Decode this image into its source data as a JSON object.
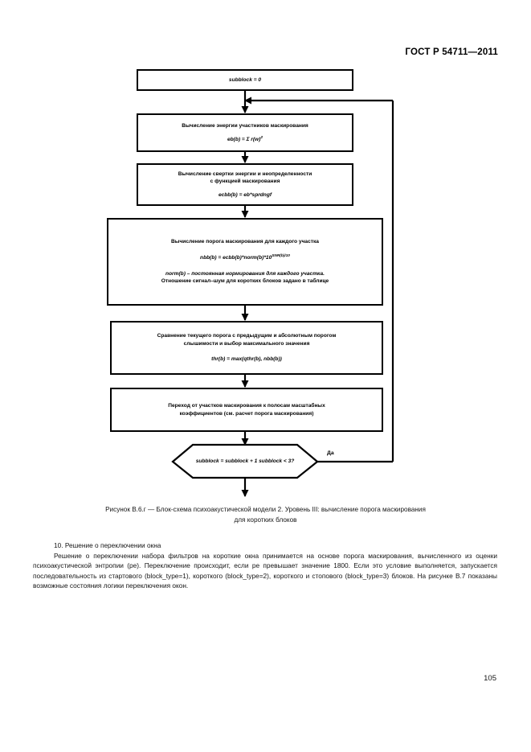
{
  "header": {
    "standard": "ГОСТ Р 54711—2011"
  },
  "flowchart": {
    "nodes": [
      {
        "id": "init",
        "type": "process",
        "lines": [
          {
            "text": "subblock = 0",
            "style": "formula"
          }
        ]
      },
      {
        "id": "energy",
        "type": "process",
        "lines": [
          {
            "text": "Вычисление энергии участников маскирования",
            "style": "title"
          },
          {
            "text": "eb(b) = Σ r(w)",
            "sup": "2",
            "style": "formula"
          }
        ]
      },
      {
        "id": "convolution",
        "type": "process",
        "lines": [
          {
            "text": "Вычисление свертки энергии и неопределенности",
            "style": "title"
          },
          {
            "text": "с функцией маскирования",
            "style": "title"
          },
          {
            "text": "ecbb(b) = eb*sprdngf",
            "style": "formula"
          }
        ]
      },
      {
        "id": "threshold",
        "type": "process",
        "lines": [
          {
            "text": "Вычисление порога маскирования для каждого участка",
            "style": "title"
          },
          {
            "text": "nbb(b) = ecbb(b)*norm(b)*10",
            "sup": "SNR(b)/10",
            "style": "formula"
          },
          {
            "text": "norm(b) – постоянная нормирования для каждого участка.",
            "style": "note-italic-head"
          },
          {
            "text": "Отношение сигнал–шум для коротких блоков задано в таблице",
            "style": "note"
          }
        ]
      },
      {
        "id": "compare",
        "type": "process",
        "lines": [
          {
            "text": "Сравнение текущего порога с предыдущим и абсолютным порогом",
            "style": "title"
          },
          {
            "text": "слышимости и выбор максимального значения",
            "style": "title"
          },
          {
            "text": "thr(b) = max(qthr(b), nbb(b))",
            "style": "formula"
          }
        ]
      },
      {
        "id": "mapping",
        "type": "process",
        "lines": [
          {
            "text": "Переход от участков маскирования к полосам масштабных",
            "style": "title"
          },
          {
            "text": "коэффициентов (см. расчет порога маскирования)",
            "style": "title"
          }
        ]
      },
      {
        "id": "loop-test",
        "type": "decision",
        "lines": [
          {
            "text": "subblock = subblock + 1",
            "style": "formula"
          },
          {
            "text": "subblock < 3?",
            "style": "formula"
          }
        ],
        "branch_label": "Да"
      }
    ]
  },
  "caption": {
    "line1": "Рисунок В.6.г — Блок-схема психоакустической модели 2. Уровень III: вычисление порога маскирования",
    "line2": "для коротких блоков"
  },
  "body": {
    "heading": "10.  Решение о переключении окна",
    "paragraph": "Решение о переключении набора фильтров на короткие окна принимается на основе порога маскирования, вычисленного из оценки психоакустической энтропии (ре). Переключение происходит, если ре превышает значение 1800. Если это условие выполняется, запускается последовательность из стартового (block_type=1), короткого (block_type=2), короткого и стопового (block_type=3) блоков. На рисунке В.7 показаны возможные состояния логики переключения окон."
  },
  "footer": {
    "page_number": "105"
  }
}
